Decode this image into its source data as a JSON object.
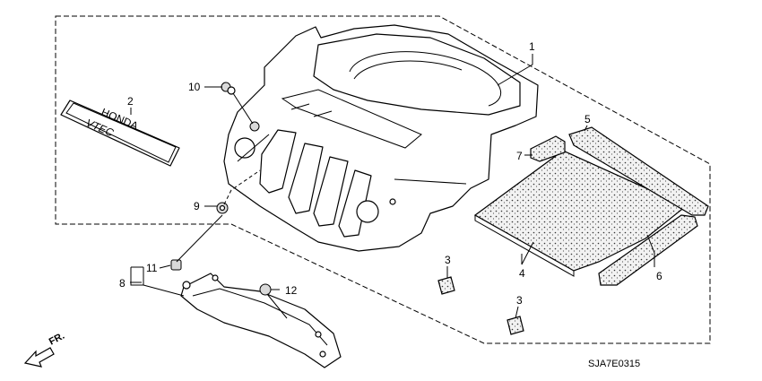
{
  "callouts": {
    "c1": "1",
    "c2": "2",
    "c3a": "3",
    "c3b": "3",
    "c4": "4",
    "c5": "5",
    "c6": "6",
    "c7": "7",
    "c8": "8",
    "c9": "9",
    "c10": "10",
    "c11": "11",
    "c12": "12"
  },
  "emblem": {
    "brand": "HONDA",
    "engine": "VTEC"
  },
  "direction": {
    "label": "FR."
  },
  "diagram_code": "SJA7E0315"
}
